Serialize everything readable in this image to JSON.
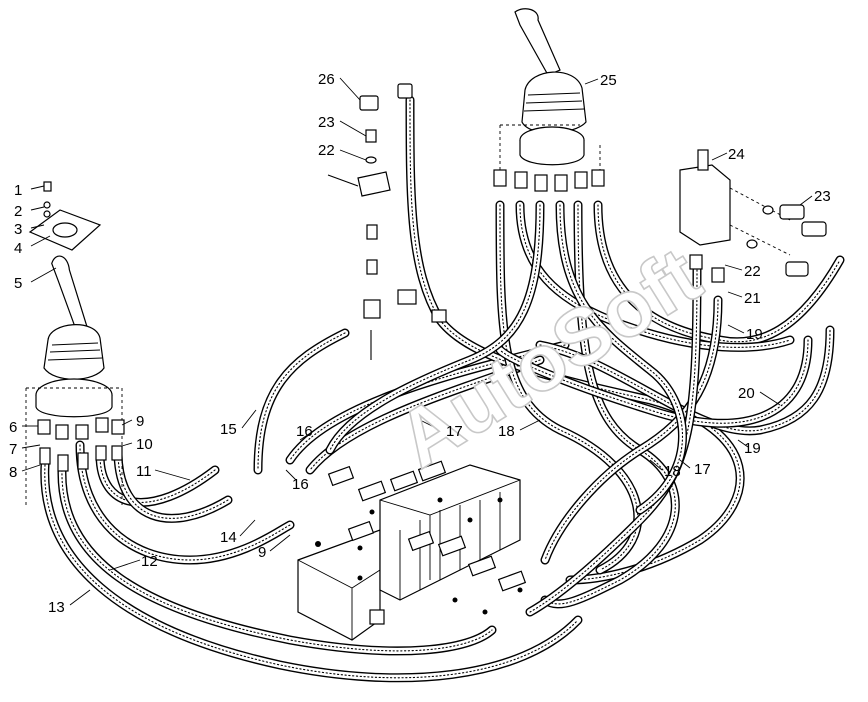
{
  "watermark": "AutoSoft",
  "callouts": [
    {
      "id": "c1",
      "text": "1"
    },
    {
      "id": "c2",
      "text": "2"
    },
    {
      "id": "c3",
      "text": "3"
    },
    {
      "id": "c4",
      "text": "4"
    },
    {
      "id": "c5",
      "text": "5"
    },
    {
      "id": "c6",
      "text": "6"
    },
    {
      "id": "c7",
      "text": "7"
    },
    {
      "id": "c8",
      "text": "8"
    },
    {
      "id": "c9a",
      "text": "9"
    },
    {
      "id": "c10",
      "text": "10"
    },
    {
      "id": "c11",
      "text": "11"
    },
    {
      "id": "c12",
      "text": "12"
    },
    {
      "id": "c13",
      "text": "13"
    },
    {
      "id": "c14",
      "text": "14"
    },
    {
      "id": "c9b",
      "text": "9"
    },
    {
      "id": "c15",
      "text": "15"
    },
    {
      "id": "c16a",
      "text": "16"
    },
    {
      "id": "c16b",
      "text": "16"
    },
    {
      "id": "c17a",
      "text": "17"
    },
    {
      "id": "c17b",
      "text": "17"
    },
    {
      "id": "c18a",
      "text": "18"
    },
    {
      "id": "c18b",
      "text": "18"
    },
    {
      "id": "c19a",
      "text": "19"
    },
    {
      "id": "c19b",
      "text": "19"
    },
    {
      "id": "c20",
      "text": "20"
    },
    {
      "id": "c21",
      "text": "21"
    },
    {
      "id": "c22a",
      "text": "22"
    },
    {
      "id": "c22b",
      "text": "22"
    },
    {
      "id": "c23a",
      "text": "23"
    },
    {
      "id": "c23b",
      "text": "23"
    },
    {
      "id": "c24",
      "text": "24"
    },
    {
      "id": "c25",
      "text": "25"
    },
    {
      "id": "c26",
      "text": "26"
    }
  ]
}
